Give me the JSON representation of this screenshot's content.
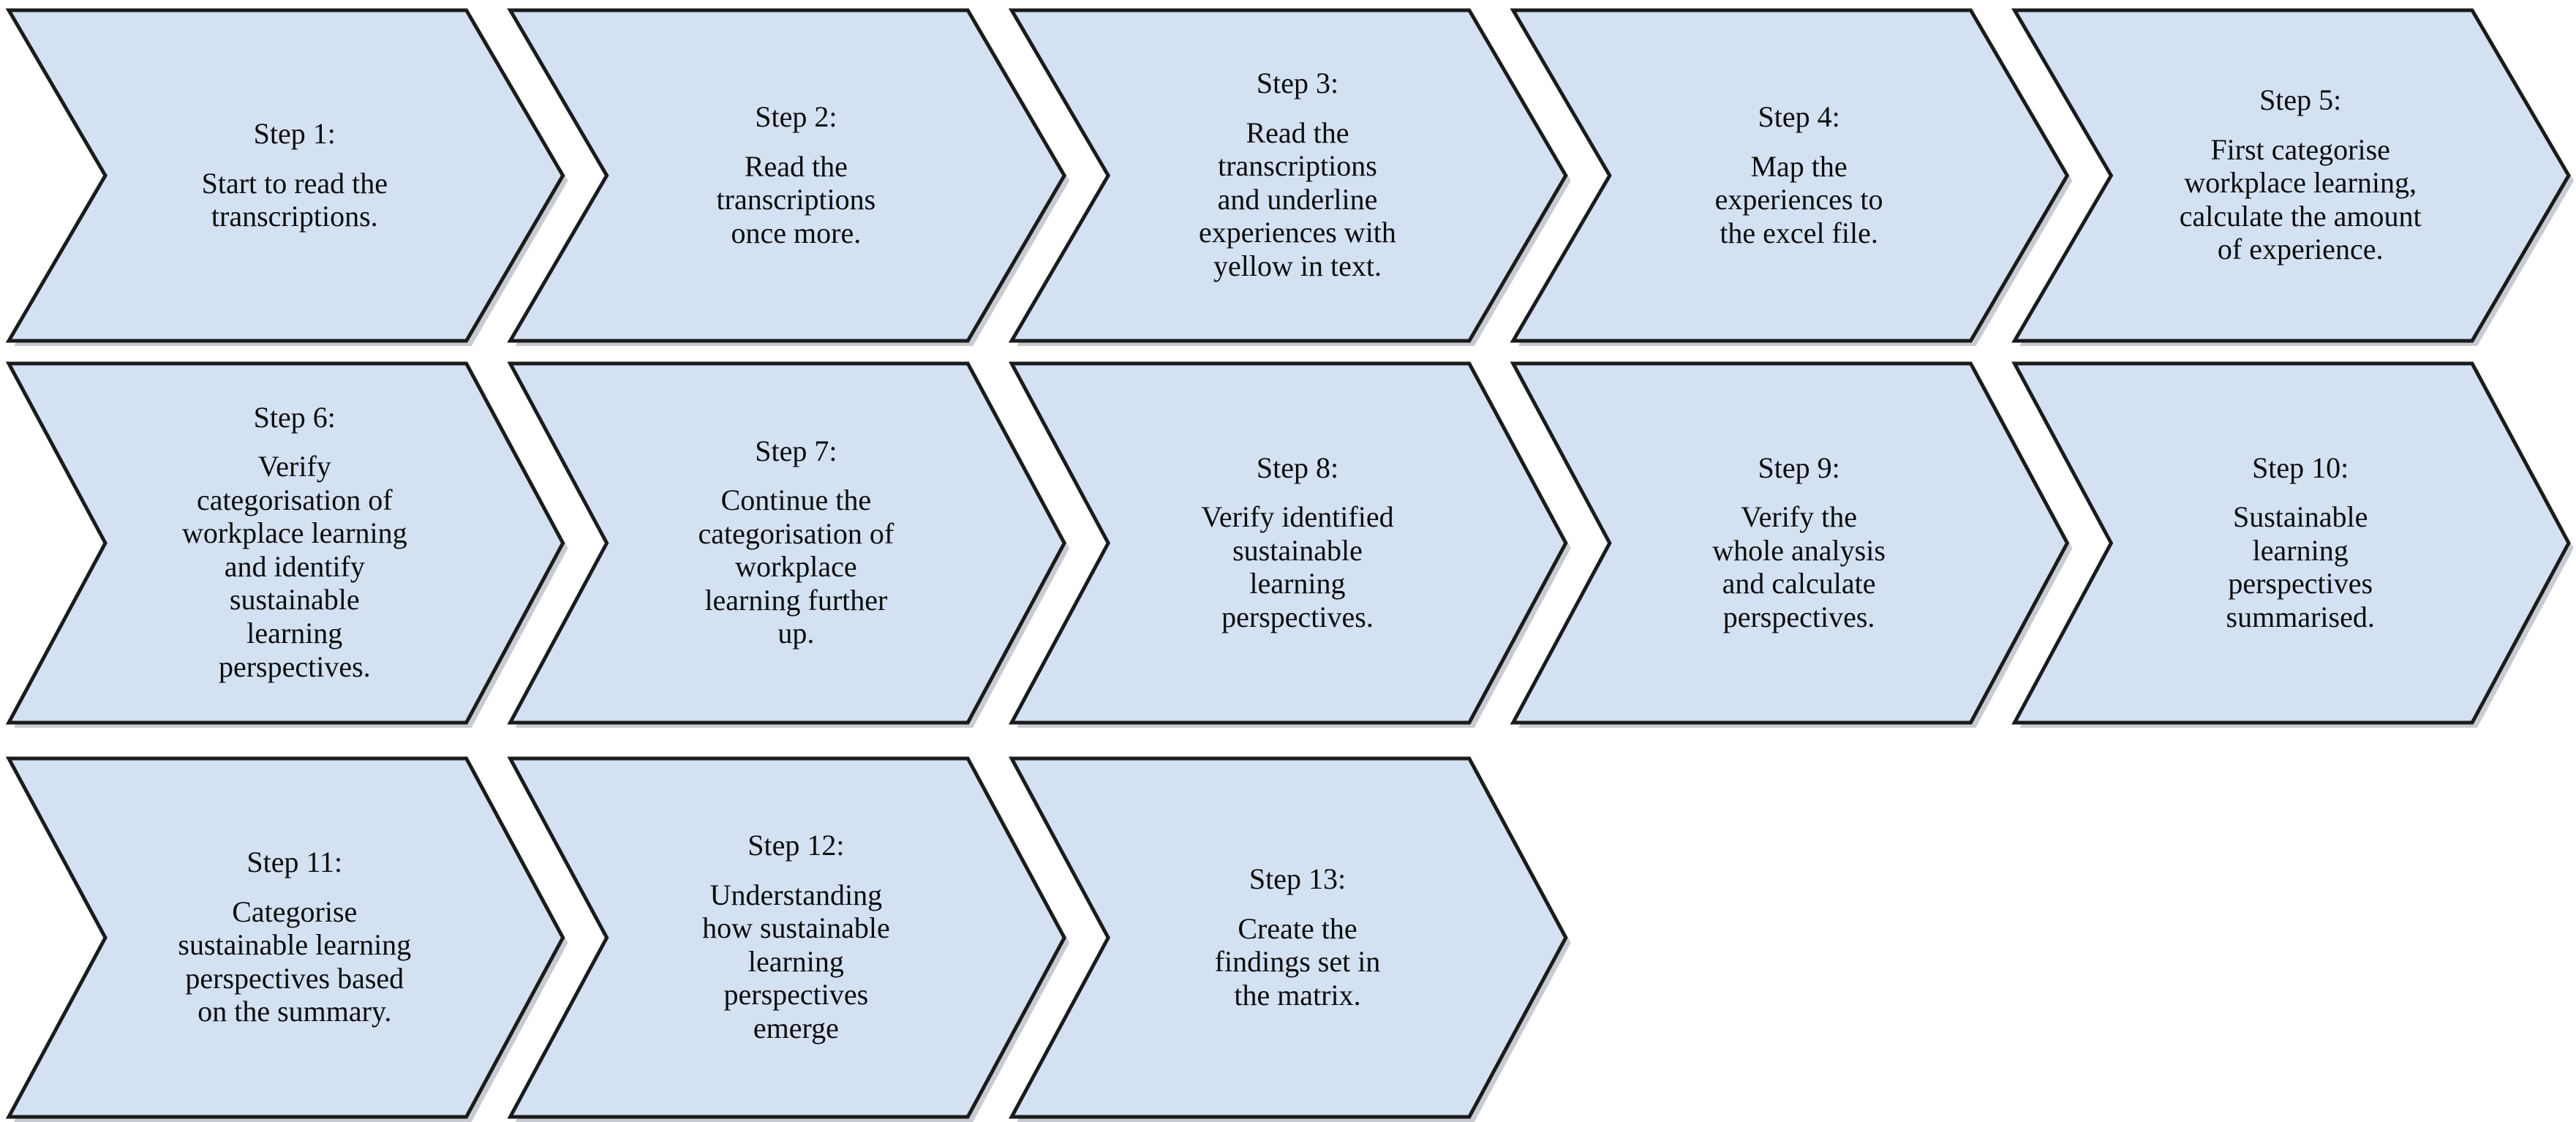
{
  "diagram": {
    "type": "chevron-process-flow",
    "title": "",
    "style": {
      "fill": "#d3e1f3",
      "stroke": "#1b1b1b",
      "shadow": "#9aa3ad",
      "text": "#0c0c0c",
      "background": "#ffffff"
    },
    "rows": [
      {
        "index": 1,
        "step_indices": [
          0,
          1,
          2,
          3,
          4
        ]
      },
      {
        "index": 2,
        "step_indices": [
          5,
          6,
          7,
          8,
          9
        ]
      },
      {
        "index": 3,
        "step_indices": [
          10,
          11,
          12
        ]
      }
    ],
    "step_count": 13,
    "steps": [
      {
        "number": 1,
        "title": "Step 1:",
        "lines": [
          "Start to read the",
          "transcriptions."
        ],
        "text": "Start to read the transcriptions."
      },
      {
        "number": 2,
        "title": "Step 2:",
        "lines": [
          "Read the",
          "transcriptions",
          "once more."
        ],
        "text": "Read the transcriptions once more."
      },
      {
        "number": 3,
        "title": "Step 3:",
        "lines": [
          "Read the",
          "transcriptions",
          "and underline",
          "experiences with",
          "yellow in text."
        ],
        "text": "Read the transcriptions and underline experiences with yellow in text."
      },
      {
        "number": 4,
        "title": "Step 4:",
        "lines": [
          "Map the",
          "experiences to",
          "the excel file."
        ],
        "text": "Map the experiences to the excel file."
      },
      {
        "number": 5,
        "title": "Step 5:",
        "lines": [
          "First categorise",
          "workplace learning,",
          "calculate the amount",
          "of  experience."
        ],
        "text": "First categorise workplace learning, calculate the amount of experience."
      },
      {
        "number": 6,
        "title": "Step 6:",
        "lines": [
          "Verify",
          "categorisation of",
          "workplace learning",
          "and identify",
          "sustainable",
          "learning",
          "perspectives."
        ],
        "text": "Verify categorisation of workplace learning and identify sustainable learning perspectives."
      },
      {
        "number": 7,
        "title": "Step 7:",
        "lines": [
          "Continue the",
          "categorisation of",
          "workplace",
          "learning further",
          "up."
        ],
        "text": "Continue the categorisation of workplace learning further up."
      },
      {
        "number": 8,
        "title": "Step 8:",
        "lines": [
          "Verify identified",
          "sustainable",
          "learning",
          "perspectives."
        ],
        "text": "Verify identified sustainable learning perspectives."
      },
      {
        "number": 9,
        "title": "Step 9:",
        "lines": [
          "Verify the",
          "whole analysis",
          "and calculate",
          "perspectives."
        ],
        "text": "Verify the whole analysis and calculate perspectives."
      },
      {
        "number": 10,
        "title": "Step 10:",
        "lines": [
          "Sustainable",
          "learning",
          "perspectives",
          "summarised."
        ],
        "text": "Sustainable learning perspectives summarised."
      },
      {
        "number": 11,
        "title": "Step 11:",
        "lines": [
          "Categorise",
          "sustainable learning",
          "perspectives based",
          "on the summary."
        ],
        "text": "Categorise sustainable learning perspectives based on the summary."
      },
      {
        "number": 12,
        "title": "Step 12:",
        "lines": [
          "Understanding",
          "how sustainable",
          "learning",
          "perspectives",
          "emerge"
        ],
        "text": "Understanding how sustainable learning perspectives emerge"
      },
      {
        "number": 13,
        "title": "Step 13:",
        "lines": [
          "Create the",
          "findings set in",
          "the matrix."
        ],
        "text": "Create the findings set in the matrix."
      }
    ]
  }
}
